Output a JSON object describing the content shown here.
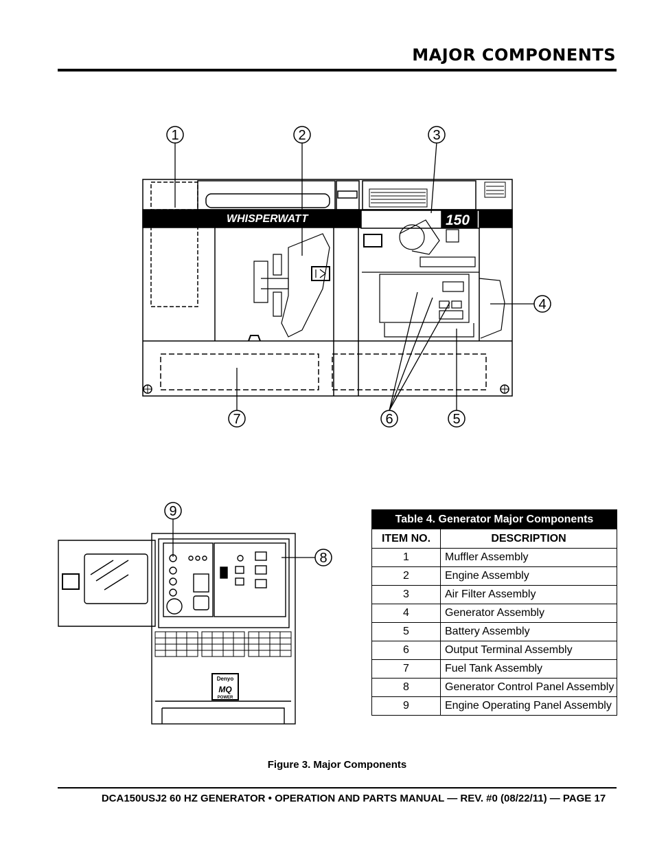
{
  "header": {
    "title": "MAJOR COMPONENTS"
  },
  "figure": {
    "brand_label": "WHISPERWATT",
    "model_label": "150",
    "logo_text": "Denyo",
    "logo_sub": "POWER",
    "callouts": [
      "1",
      "2",
      "3",
      "4",
      "5",
      "6",
      "7",
      "8",
      "9"
    ],
    "caption": "Figure 3. Major Components"
  },
  "table": {
    "title": "Table 4. Generator Major Components",
    "headers": [
      "ITEM NO.",
      "DESCRIPTION"
    ],
    "rows": [
      {
        "item": "1",
        "description": "Muffler Assembly"
      },
      {
        "item": "2",
        "description": "Engine Assembly"
      },
      {
        "item": "3",
        "description": "Air Filter Assembly"
      },
      {
        "item": "4",
        "description": "Generator Assembly"
      },
      {
        "item": "5",
        "description": "Battery Assembly"
      },
      {
        "item": "6",
        "description": "Output Terminal Assembly"
      },
      {
        "item": "7",
        "description": "Fuel Tank Assembly"
      },
      {
        "item": "8",
        "description": "Generator Control Panel Assembly"
      },
      {
        "item": "9",
        "description": "Engine Operating Panel Assembly"
      }
    ]
  },
  "footer": {
    "text": "DCA150USJ2 60 HZ GENERATOR • OPERATION AND PARTS MANUAL — REV. #0 (08/22/11) — PAGE 17"
  }
}
